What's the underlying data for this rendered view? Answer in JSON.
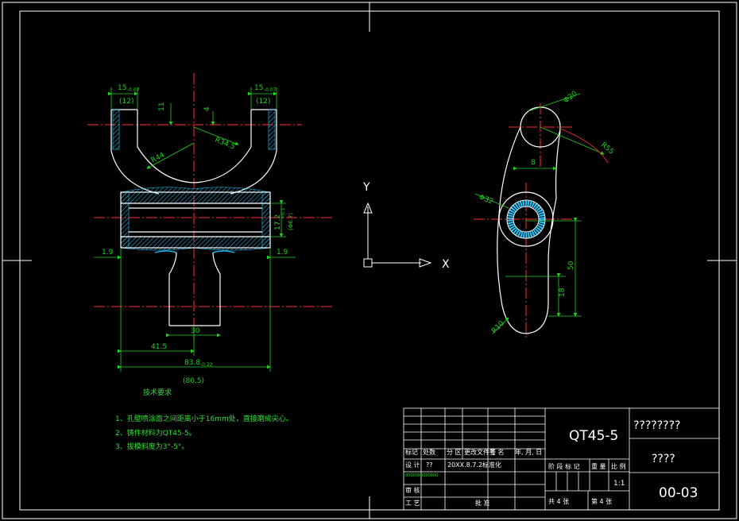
{
  "drawing": {
    "title": "QT45-5",
    "drawing_number": "00-03",
    "part_name": "????????",
    "org_name": "????",
    "scale": "1:1",
    "material_note": "QT45-5"
  },
  "left_view": {
    "dim_top_left": "15",
    "dim_top_left_tol": "-0.07",
    "dim_top_left_ref": "(12)",
    "dim_top_right": "15",
    "dim_top_right_tol": "-0.07",
    "dim_top_right_ref": "(12)",
    "dim_11": "11",
    "dim_4": "4",
    "dim_R44": "R44",
    "dim_R345": "R34.5",
    "dim_17": "17.2",
    "dim_17_tol": "+0.1",
    "dim_17_ref": "(Φ6.7)",
    "dim_19_left": "1.9",
    "dim_19_right": "1.9",
    "dim_30": "30",
    "dim_415": "41.5",
    "dim_838": "83.8",
    "dim_838_tol": "-0.22",
    "dim_838_ref": "(80.5)"
  },
  "right_view": {
    "dim_phi20": "Φ20",
    "dim_R55": "R55",
    "dim_8": "8",
    "dim_phi32": "Φ32",
    "dim_50": "50",
    "dim_18": "18",
    "dim_R10": "R10"
  },
  "ucs": {
    "y_label": "Y",
    "x_label": "X"
  },
  "notes": {
    "heading": "技术要求",
    "line1": "1、孔壁喷涂面之间距离小于16mm处，直接磨成尖心。",
    "line2": "2、铸件材料为QT45-5。",
    "line3": "3、拔模斜度为3°-5°。"
  },
  "title_block": {
    "h_mark": "标记",
    "h_count": "处数",
    "h_zone": "分 区",
    "h_docno": "更改文件号",
    "h_sign": "签 名",
    "h_date": "年, 月, 日",
    "r_design": "设 计",
    "r_design_name": "??",
    "r_std": "20XX.8.7.2标准化",
    "r_small": "0000000000000",
    "r_review": "审 核",
    "r_craft": "工 艺",
    "r_approve": "批 准",
    "stage_label": "阶 段 标 记",
    "weight_label": "重 量",
    "scale_label": "比 例",
    "sheets_total": "共  4  张",
    "sheet_no": "第  4  张"
  },
  "colors": {
    "background": "#000000",
    "frame": "#ffffff",
    "outline": "#ffffff",
    "center": "#ff3030",
    "dimension": "#1fd21f",
    "hatch": "#20c8ff",
    "note": "#2ee02e"
  }
}
